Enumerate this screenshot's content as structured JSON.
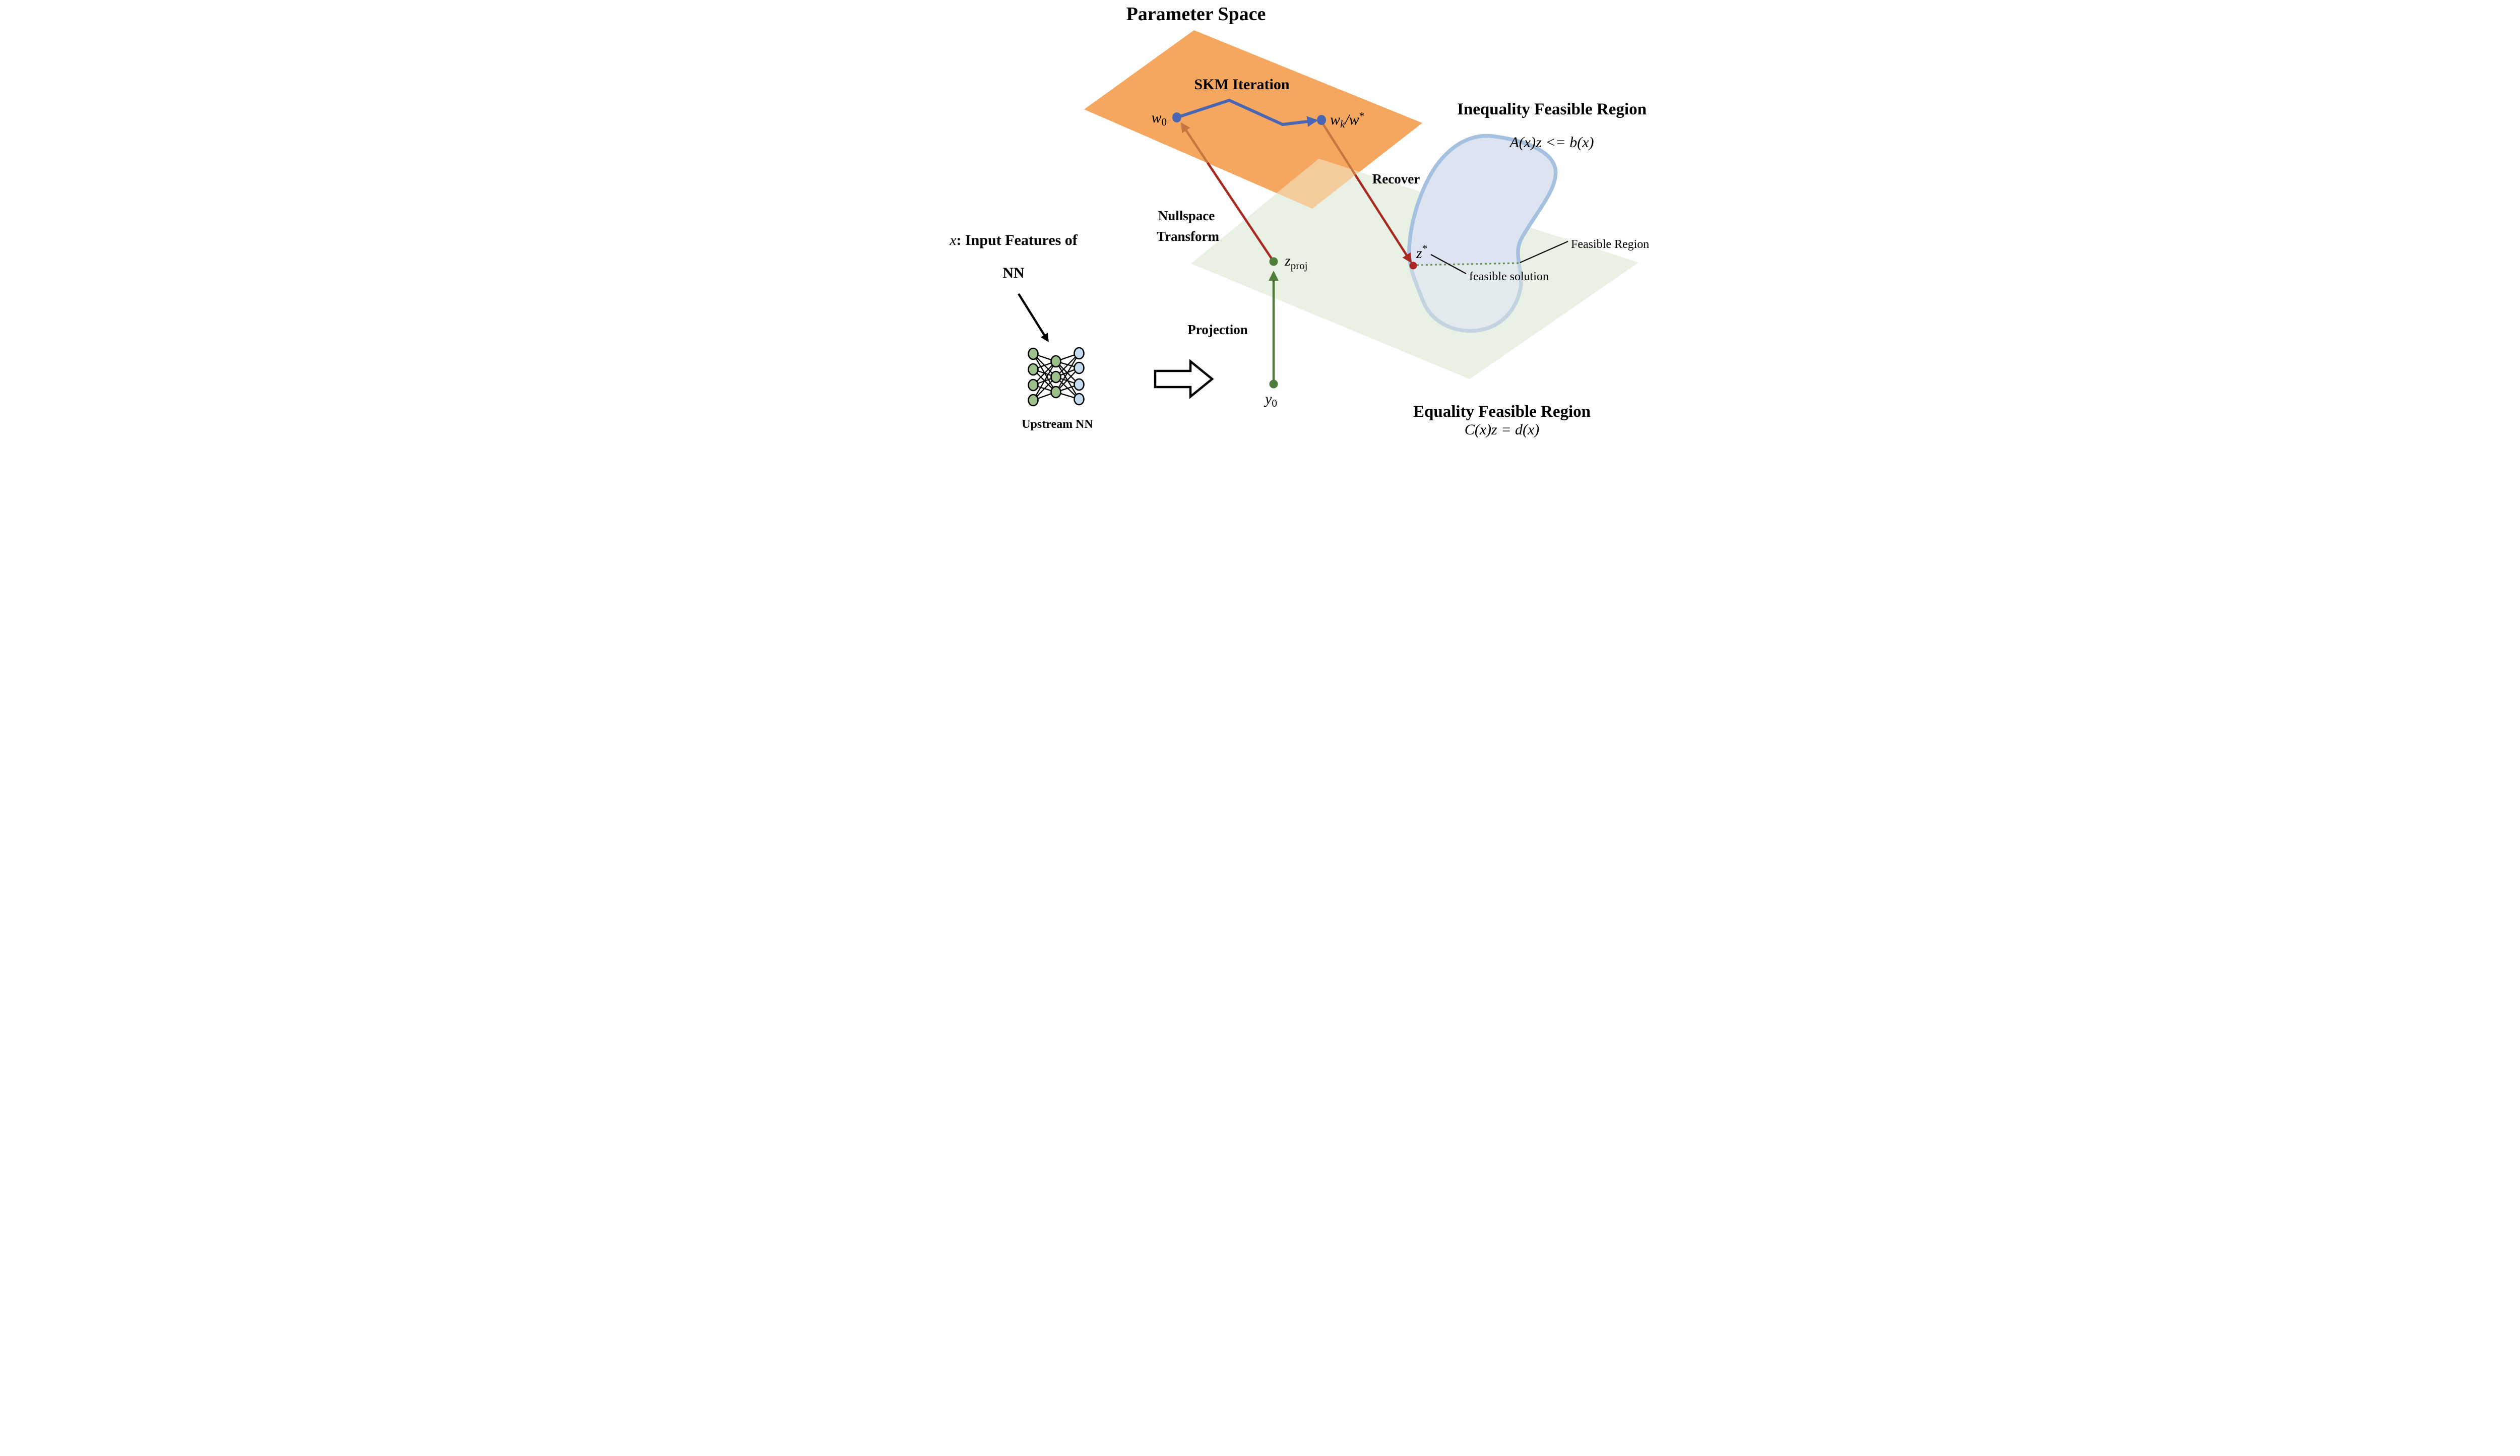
{
  "diagram": {
    "titles": {
      "parameter_space": "Parameter Space",
      "inequality_title": "Inequality Feasible Region",
      "inequality_formula": "A(x)z <= b(x)",
      "equality_title": "Equality Feasible Region",
      "equality_formula": "C(x)z = d(x)"
    },
    "labels": {
      "skm_iteration": "SKM Iteration",
      "nullspace_line1": "Nullspace",
      "nullspace_line2": "Transform",
      "recover": "Recover",
      "projection": "Projection",
      "feasible_region": "Feasible Region",
      "feasible_solution": "feasible solution",
      "upstream_nn": "Upstream NN",
      "input_x": "x",
      "input_rest": ": Input Features of",
      "input_line2": "NN"
    },
    "points": {
      "w0_main": "w",
      "w0_sub": "0",
      "wk_main": "w",
      "wk_sub": "k",
      "wk_slash": "/w",
      "wk_sup": "*",
      "zproj_main": "z",
      "zproj_sub": "proj",
      "y0_main": "y",
      "y0_sub": "0",
      "zstar_main": "z",
      "zstar_sup": "*"
    },
    "colors": {
      "orange_plane": "#F5A75F",
      "plane_overlap": "#F4CB9B",
      "green_plane": "#E8F1E4",
      "blob_fill": "#DCE4F1",
      "blob_stroke": "#A6C1DF",
      "blob_fill_faded": "#E2EAEE",
      "blob_stroke_faded": "#C3D3E0",
      "skm_blue": "#4A66B3",
      "dark_red": "#A92822",
      "arrow_brown": "#C57742",
      "projection_green": "#4E7D3B",
      "dotted_green": "#6A9150",
      "nn_node_green": "#9DBF8B",
      "nn_node_blue": "#C5DCF0"
    }
  }
}
